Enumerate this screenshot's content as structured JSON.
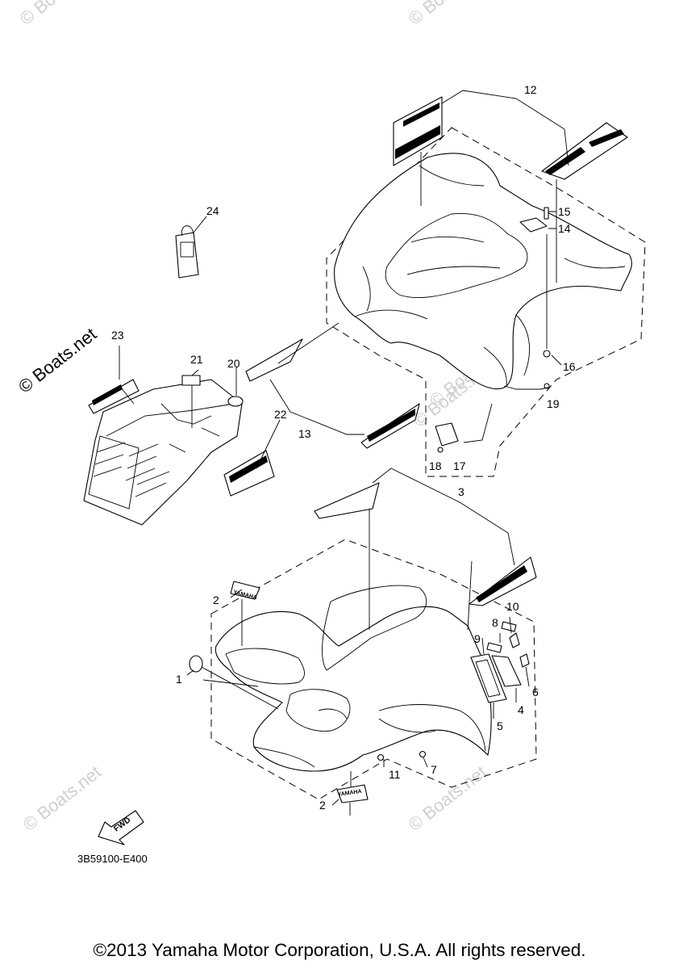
{
  "watermark": {
    "text": "© Boats.net",
    "faint": [
      "© Boats.net",
      "© Boats.net",
      "© Boats.net",
      "© Boats.net",
      "© Boats.net",
      "© Boats.net"
    ]
  },
  "callouts": [
    "1",
    "2",
    "2",
    "3",
    "4",
    "5",
    "6",
    "7",
    "8",
    "9",
    "10",
    "11",
    "12",
    "13",
    "14",
    "15",
    "16",
    "17",
    "18",
    "19",
    "20",
    "21",
    "22",
    "23",
    "24"
  ],
  "decals": {
    "brand": "YAMAHA",
    "fwd": "FWD"
  },
  "diagram_code": "3B59100-E400",
  "copyright": "©2013 Yamaha Motor Corporation, U.S.A. All rights reserved."
}
